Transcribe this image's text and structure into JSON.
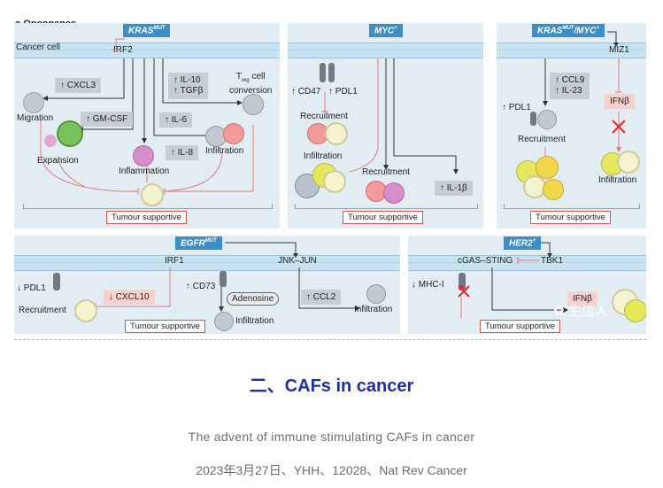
{
  "header": {
    "label_a": "a",
    "label_oncogenes": "Oncogenes"
  },
  "panel_kras": {
    "title": "KRAS",
    "title_sup": "MUT",
    "cancer_cell": "Cancer cell",
    "irf2": "IRF2",
    "cxcl3": "↑ CXCL3",
    "gmcsf": "↑ GM-CSF",
    "il10": "↑ IL-10",
    "tgfb": "↑ TGFβ",
    "il6": "↑ IL-6",
    "il8": "↑ IL-8",
    "treg_1": "T",
    "treg_sub": "reg",
    "treg_2": " cell",
    "treg_3": "conversion",
    "migration": "Migration",
    "expansion": "Expansion",
    "inflammation": "Inflammation",
    "infiltration": "Infiltration",
    "tumour_supportive": "Tumour supportive"
  },
  "panel_myc": {
    "title": "MYC",
    "title_sup": "+",
    "cd47": "↑ CD47",
    "pdl1": "↑ PDL1",
    "recruitment1": "Recruitment",
    "infiltration": "Infiltration",
    "recruitment2": "Recruitment",
    "il1b": "↑ IL-1β",
    "tumour_supportive": "Tumour supportive"
  },
  "panel_krasmyc": {
    "title": "KRAS",
    "title_sup1": "MUT",
    "title_mid": "/MYC",
    "title_sup2": "+",
    "miz1": "MIZ1",
    "ccl9": "↑ CCL9",
    "il23": "↑ IL-23",
    "pdl1": "↑ PDL1",
    "recruitment": "Recruitment",
    "ifnb": "IFNβ",
    "infiltration": "Infiltration",
    "tumour_supportive": "Tumour supportive"
  },
  "panel_egfr": {
    "title": "EGFR",
    "title_sup": "MUT",
    "irf1": "IRF1",
    "jnk": "JNK–JUN",
    "pdl1": "↓ PDL1",
    "cxcl10": "↓ CXCL10",
    "cd73": "↑ CD73",
    "adenosine": "Adenosine",
    "ccl2": "↑ CCL2",
    "recruitment": "Recruitment",
    "infiltration1": "Infiltration",
    "infiltration2": "Infiltration",
    "tumour_supportive": "Tumour supportive"
  },
  "panel_her2": {
    "title": "HER2",
    "title_sup": "+",
    "cgas": "cGAS–STING",
    "tbk1": "TBK1",
    "mhc": "↓ MHC-I",
    "ifnb": "IFNβ",
    "tumour_supportive": "Tumour supportive"
  },
  "watermark": "生信人",
  "section_title": "二、CAFs in cancer",
  "subtitle": "The advent of immune stimulating CAFs in cancer",
  "meta": "2023年3月27日、YHH、12028、Nat Rev Cancer",
  "colors": {
    "panel_bg": "#e2ecf3",
    "membrane": "#c9e2ef",
    "title_blue": "#3d8ec6",
    "grey_box": "#c7cdd4",
    "pink_box": "#f8d1cd",
    "red_line": "#e07a7a",
    "section_title": "#1f2f9e",
    "green_cell": "#b8d24a",
    "yellow_cell": "#f2d64b",
    "pink_cell": "#f39b9b",
    "grey_cell": "#b9c2cc"
  }
}
